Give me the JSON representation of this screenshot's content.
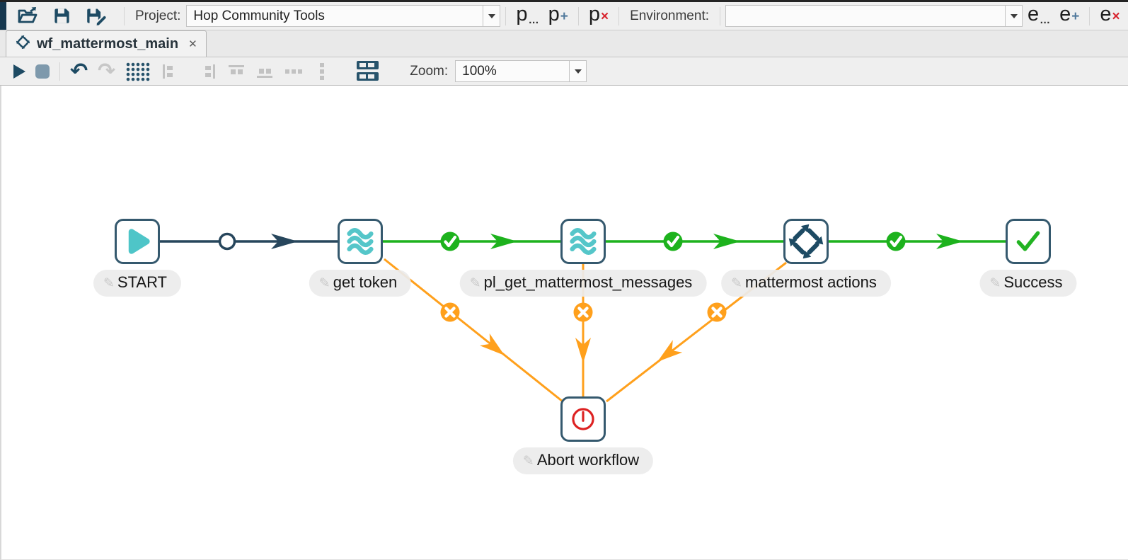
{
  "app": "Apache Hop",
  "colors": {
    "navy_icon": "#1d4a63",
    "node_border": "#35596e",
    "teal": "#4ec5c8",
    "green": "#1db21d",
    "orange": "#ffa01c",
    "red": "#dd2222",
    "toolbar_bg": "#efefef"
  },
  "top_toolbar": {
    "file_icons": [
      "open-icon",
      "save-icon",
      "save-as-icon"
    ],
    "project_label": "Project:",
    "project_value": "Hop Community Tools",
    "project_buttons": [
      {
        "name": "project-edit",
        "letter": "p",
        "modifier": "…"
      },
      {
        "name": "project-add",
        "letter": "p",
        "modifier": "+"
      },
      {
        "name": "project-delete",
        "letter": "p",
        "modifier": "×"
      }
    ],
    "environment_label": "Environment:",
    "environment_value": "",
    "environment_buttons": [
      {
        "name": "environment-edit",
        "letter": "e",
        "modifier": "…"
      },
      {
        "name": "environment-add",
        "letter": "e",
        "modifier": "+"
      },
      {
        "name": "environment-delete",
        "letter": "e",
        "modifier": "×"
      }
    ]
  },
  "tab_bar": {
    "tabs": [
      {
        "label": "wf_mattermost_main",
        "icon": "workflow-icon",
        "closable": true
      }
    ]
  },
  "canvas_toolbar": {
    "icons": [
      "run-icon",
      "stop-icon",
      "undo-icon",
      "redo-icon",
      "snap-grid-icon",
      "align-left-icon",
      "align-right-icon",
      "align-top-icon",
      "align-bottom-icon",
      "distribute-horizontal-icon",
      "distribute-vertical-icon",
      "execution-results-icon"
    ],
    "zoom_label": "Zoom:",
    "zoom_value": "100%"
  },
  "workflow": {
    "nodes": [
      {
        "id": "start",
        "label": "START",
        "icon": "play-icon",
        "type": "start"
      },
      {
        "id": "get_token",
        "label": "get token",
        "icon": "pipeline-icon",
        "type": "pipeline"
      },
      {
        "id": "pl_get_mattermost_messages",
        "label": "pl_get_mattermost_messages",
        "icon": "pipeline-icon",
        "type": "pipeline"
      },
      {
        "id": "mattermost_actions",
        "label": "mattermost actions",
        "icon": "workflow-icon",
        "type": "workflow"
      },
      {
        "id": "success",
        "label": "Success",
        "icon": "success-check-icon",
        "type": "success"
      },
      {
        "id": "abort",
        "label": "Abort workflow",
        "icon": "abort-power-icon",
        "type": "abort"
      }
    ],
    "connections": [
      {
        "from": "START",
        "to": "get token",
        "result": "unconditional"
      },
      {
        "from": "get token",
        "to": "pl_get_mattermost_messages",
        "result": "success"
      },
      {
        "from": "pl_get_mattermost_messages",
        "to": "mattermost actions",
        "result": "success"
      },
      {
        "from": "mattermost actions",
        "to": "Success",
        "result": "success"
      },
      {
        "from": "get token",
        "to": "Abort workflow",
        "result": "failure"
      },
      {
        "from": "pl_get_mattermost_messages",
        "to": "Abort workflow",
        "result": "failure"
      },
      {
        "from": "mattermost actions",
        "to": "Abort workflow",
        "result": "failure"
      }
    ]
  }
}
